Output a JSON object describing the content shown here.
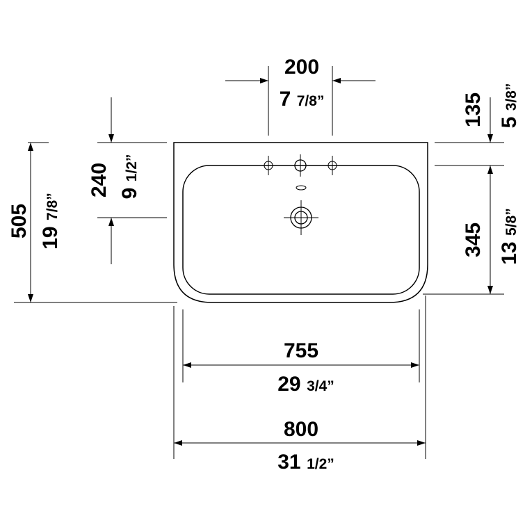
{
  "dimensions": {
    "tap_spacing": {
      "mm": "200",
      "inch_whole": "7",
      "inch_frac": "7/8”"
    },
    "top_to_taphole": {
      "mm": "135",
      "inch_whole": "5",
      "inch_frac": "3/8”"
    },
    "depth_to_drain": {
      "mm": "240",
      "inch_whole": "9",
      "inch_frac": "1/2”"
    },
    "overall_depth": {
      "mm": "505",
      "inch_whole": "19",
      "inch_frac": "7/8”"
    },
    "bowl_depth": {
      "mm": "345",
      "inch_whole": "13",
      "inch_frac": "5/8”"
    },
    "bowl_width": {
      "mm": "755",
      "inch_whole": "29",
      "inch_frac": "3/4”"
    },
    "overall_width": {
      "mm": "800",
      "inch_whole": "31",
      "inch_frac": "1/2”"
    }
  }
}
